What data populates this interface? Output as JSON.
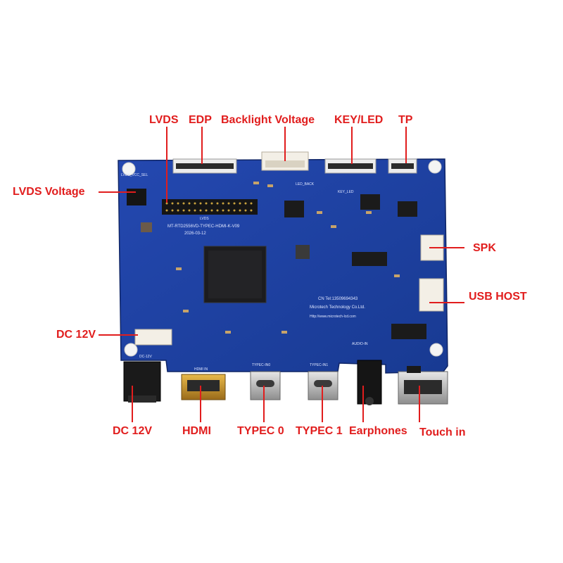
{
  "labels": {
    "lvds": "LVDS",
    "edp": "EDP",
    "backlight_voltage": "Backlight Voltage",
    "key_led": "KEY/LED",
    "tp": "TP",
    "lvds_voltage": "LVDS Voltage",
    "spk": "SPK",
    "usb_host": "USB HOST",
    "dc12v_top": "DC 12V",
    "dc12v_bottom": "DC 12V",
    "hdmi": "HDMI",
    "typec0": "TYPEC 0",
    "typec1": "TYPEC 1",
    "earphones": "Earphones",
    "touch_in": "Touch in"
  },
  "silkscreen": {
    "model": "MT-RTD2556VD-TYPEC-HDMI-K-V09",
    "date": "2026-03-12",
    "contact": "CN Tel:13509694343",
    "company": "Microtech Technology Co.Ltd.",
    "website": "Http://www.microtech-lcd.com",
    "lvds": "LVDS",
    "hdmi_in": "HDMI IN",
    "typec0": "TYPEC-IN0",
    "typec1": "TYPEC-IN1",
    "audio_in": "AUDIO-IN",
    "dc12v": "DC-12V",
    "led_back": "LED_BACK",
    "key_led": "KEY_LED",
    "lvds_vcc_sel": "LVDS_VCC_SEL"
  },
  "colors": {
    "label": "#e11d1d",
    "pcb": "#1f3f9e",
    "pcb_dark": "#16307e"
  }
}
